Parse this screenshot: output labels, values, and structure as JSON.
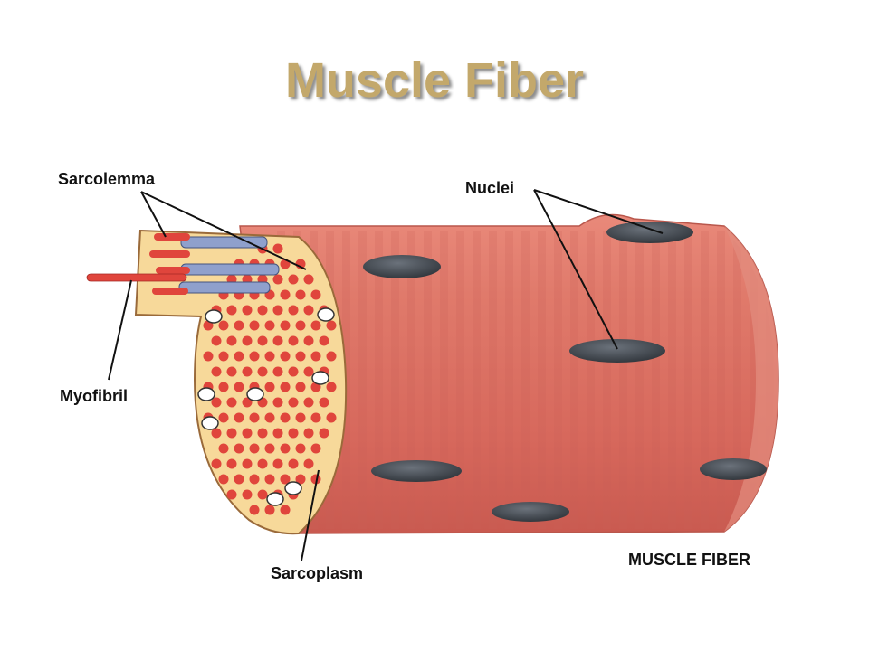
{
  "title": "Muscle Fiber",
  "labels": {
    "sarcolemma": "Sarcolemma",
    "nuclei": "Nuclei",
    "myofibril": "Myofibril",
    "sarcoplasm": "Sarcoplasm",
    "caption": "MUSCLE FIBER"
  },
  "colors": {
    "title": "#c3a86b",
    "fiber": "#dc6d60",
    "fiber_stripe": "#c55a52",
    "cross_section": "#f7d99a",
    "myofibril": "#e0453c",
    "nucleus": "#3d4249",
    "sarcomere": "#7f92c4"
  }
}
